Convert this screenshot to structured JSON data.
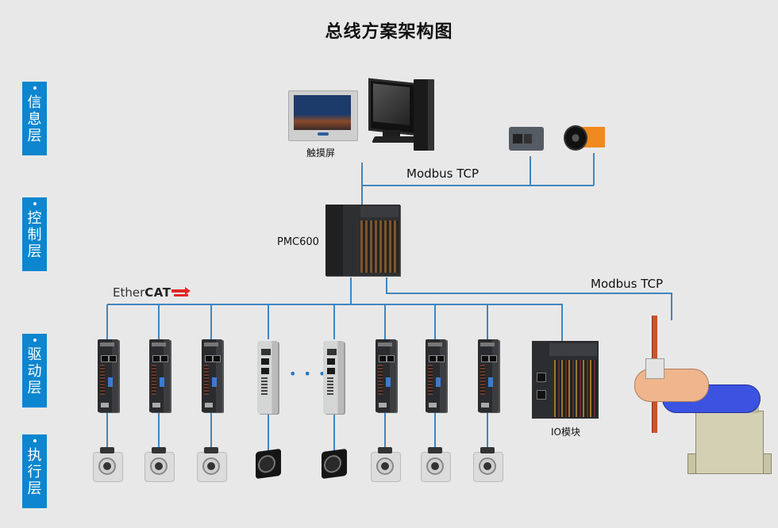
{
  "title": "总线方案架构图",
  "layers": [
    {
      "id": "info",
      "label": "信息层",
      "chars": [
        "信",
        "息",
        "层"
      ]
    },
    {
      "id": "control",
      "label": "控制层",
      "chars": [
        "控",
        "制",
        "层"
      ]
    },
    {
      "id": "drive",
      "label": "驱动层",
      "chars": [
        "驱",
        "动",
        "层"
      ]
    },
    {
      "id": "execute",
      "label": "执行层",
      "chars": [
        "执",
        "行",
        "层"
      ]
    }
  ],
  "info_layer": {
    "hmi_label": "触摸屏",
    "network_label": "Modbus TCP",
    "devices": [
      "touch-screen",
      "desktop-computer",
      "barcode-scanner",
      "industrial-camera"
    ]
  },
  "control_layer": {
    "controller_label": "PMC600"
  },
  "fieldbus": {
    "label_prefix": "Ether",
    "label_bold": "CAT",
    "brand_color": "#e02727"
  },
  "robot_link": {
    "network_label": "Modbus TCP"
  },
  "drive_layer": {
    "drives": [
      "servo-drive",
      "servo-drive",
      "servo-drive",
      "stepper-drive",
      "stepper-drive",
      "servo-drive",
      "servo-drive",
      "servo-drive"
    ],
    "ellipsis": "• • •",
    "io_label": "IO模块"
  },
  "execute_layer": {
    "motors": [
      "servo-motor",
      "servo-motor",
      "servo-motor",
      "stepper-motor",
      "stepper-motor",
      "servo-motor",
      "servo-motor",
      "servo-motor"
    ],
    "robot": "scara-robot"
  },
  "colors": {
    "layer_badge": "#0b86cf",
    "wire": "#3f86c0",
    "background": "#e9e8e8"
  }
}
